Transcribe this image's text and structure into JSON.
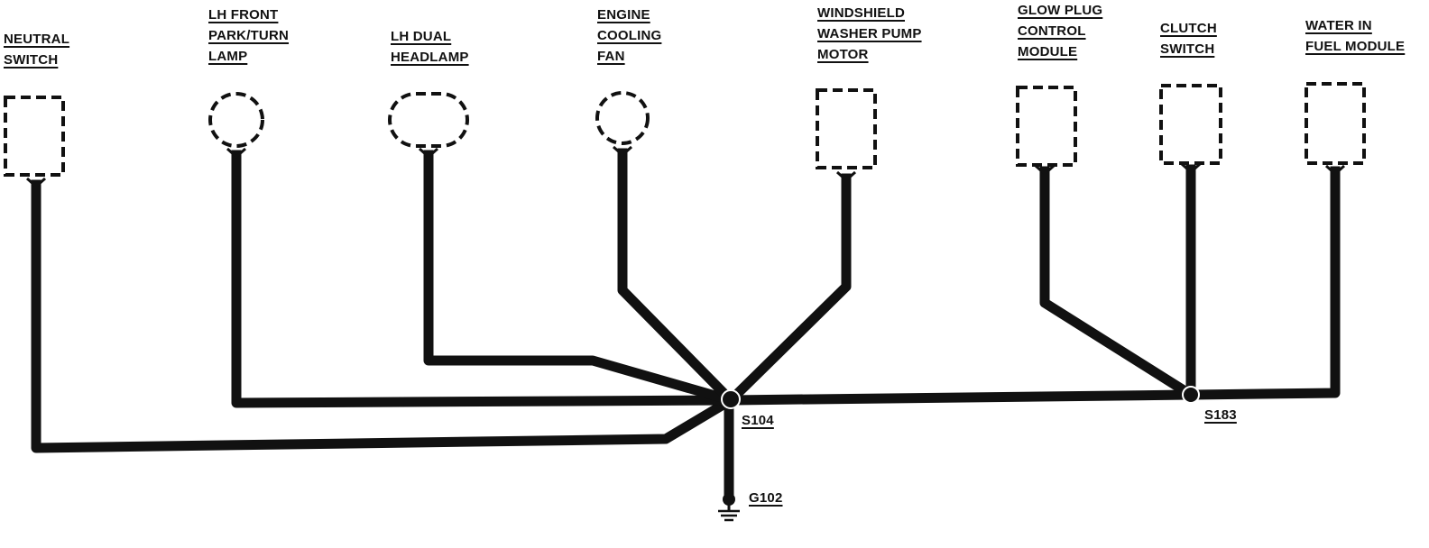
{
  "components": [
    {
      "id": "neutral-switch",
      "lines": [
        "NEUTRAL",
        "SWITCH"
      ],
      "shape": "rect"
    },
    {
      "id": "lh-front-park-turn-lamp",
      "lines": [
        "LH FRONT",
        "PARK/TURN",
        "LAMP"
      ],
      "shape": "circle"
    },
    {
      "id": "lh-dual-headlamp",
      "lines": [
        "LH DUAL",
        "HEADLAMP"
      ],
      "shape": "oval"
    },
    {
      "id": "engine-cooling-fan",
      "lines": [
        "ENGINE",
        "COOLING",
        "FAN"
      ],
      "shape": "circle"
    },
    {
      "id": "windshield-washer-pump-motor",
      "lines": [
        "WINDSHIELD",
        "WASHER PUMP",
        "MOTOR"
      ],
      "shape": "rect"
    },
    {
      "id": "glow-plug-control-module",
      "lines": [
        "GLOW PLUG",
        "CONTROL",
        "MODULE"
      ],
      "shape": "rect"
    },
    {
      "id": "clutch-switch",
      "lines": [
        "CLUTCH",
        "SWITCH"
      ],
      "shape": "rect"
    },
    {
      "id": "water-in-fuel-module",
      "lines": [
        "WATER IN",
        "FUEL MODULE"
      ],
      "shape": "rect"
    }
  ],
  "splices": {
    "s104": "S104",
    "s183": "S183"
  },
  "ground": {
    "g102": "G102"
  }
}
